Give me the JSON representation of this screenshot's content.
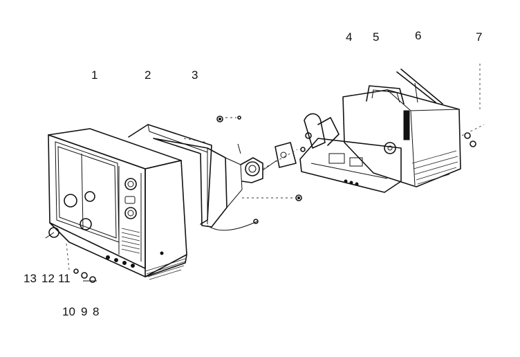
{
  "callouts": {
    "c1": "1",
    "c2": "2",
    "c3": "3",
    "c4": "4",
    "c5": "5",
    "c6": "6",
    "c7": "7",
    "c8": "8",
    "c9": "9",
    "c10": "10",
    "c11": "11",
    "c12": "12",
    "c13": "13"
  },
  "colors": {
    "line": "#111111",
    "background": "#ffffff"
  }
}
